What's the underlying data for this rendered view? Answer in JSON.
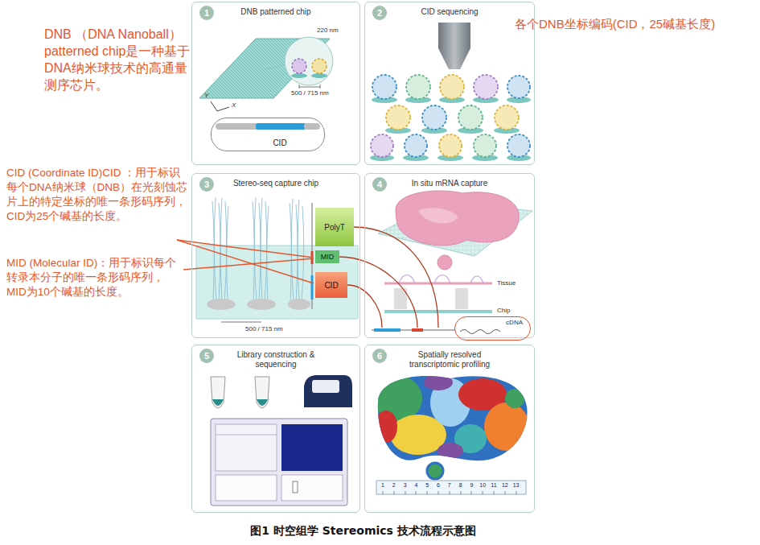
{
  "diagram": {
    "caption": "图1 时空组学 Stereomics 技术流程示意图",
    "nodes": [
      {
        "text": [
          "DNB patterned chip"
        ]
      },
      {
        "text": [
          "1"
        ],
        "in": 0
      },
      {
        "text": [
          "CID"
        ],
        "in": 0
      },
      {
        "text": [
          "CID sequencing"
        ]
      },
      {
        "text": [
          "2"
        ],
        "in": 3
      },
      {
        "text": [
          "Stereo-seq capture chip"
        ]
      },
      {
        "text": [
          "3"
        ],
        "in": 5
      },
      {
        "text": [
          "PolyT"
        ],
        "in": 5
      },
      {
        "text": [
          "MID"
        ],
        "in": 5
      },
      {
        "text": [
          "CID"
        ],
        "in": 5
      },
      {
        "text": [
          "In situ mRNA capture"
        ]
      },
      {
        "text": [
          "4"
        ],
        "in": 10
      },
      {
        "text": [
          "cDNA"
        ],
        "in": 10
      },
      {
        "text": [
          "Library construction & sequencing"
        ]
      },
      {
        "text": [
          "5"
        ],
        "in": 13
      },
      {
        "text": [
          "Spatially resolved transcriptomic profiling"
        ]
      },
      {
        "text": [
          "6"
        ],
        "in": 15
      }
    ],
    "labels": [
      "DNB （DNA Nanoball） patterned chip是一种基于DNA纳米球技术的高通量测序芯片。",
      "各个DNB坐标编码(CID，25碱基长度)",
      "CID (Coordinate ID)CID ：用于标识每个DNA纳米球（DNB）在光刻蚀芯片上的特定坐标的唯一条形码序列，CID为25个碱基的长度。",
      "MID (Molecular ID)：用于标识每个转录本分子的唯一条形码序列，MID为10个碱基的长度。",
      "220 nm",
      "500 / 715 nm",
      "Y",
      "X",
      "500 / 715 nm",
      "Tissue",
      "Chip",
      "1",
      "2",
      "3",
      "4",
      "5",
      "6",
      "7",
      "8",
      "9",
      "10",
      "11",
      "12",
      "13"
    ]
  }
}
